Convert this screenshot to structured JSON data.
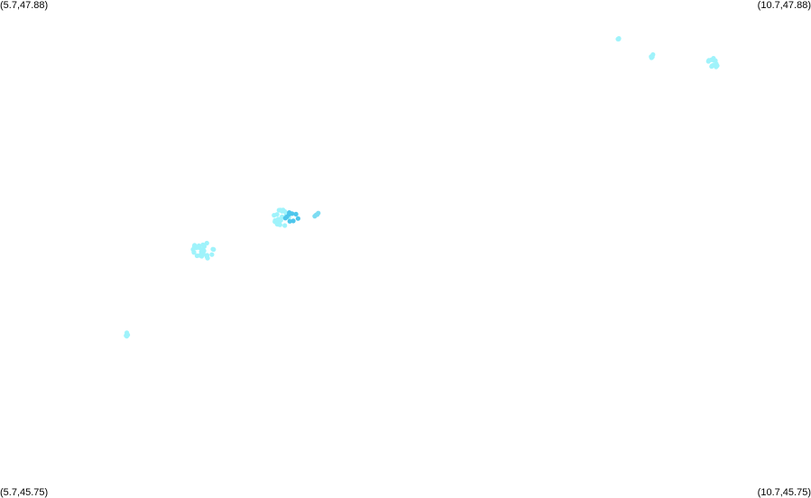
{
  "corners": {
    "top_left": "(5.7,47.88)",
    "top_right": "(10.7,47.88)",
    "bottom_left": "(5.7,45.75)",
    "bottom_right": "(10.7,45.75)"
  },
  "colors": {
    "background": "#ffffff",
    "light": "#9ff3fb",
    "medium": "#7ddcf2",
    "dark": "#4ec6ec"
  },
  "chart_data": {
    "type": "scatter",
    "bounds": {
      "lon": [
        5.7,
        10.7
      ],
      "lat": [
        45.75,
        47.88
      ]
    },
    "clusters": [
      {
        "lon": 9.52,
        "lat": 47.72,
        "count": 3,
        "spread": 0.012,
        "intensity": "light"
      },
      {
        "lon": 9.72,
        "lat": 47.64,
        "count": 5,
        "spread": 0.01,
        "intensity": "light"
      },
      {
        "lon": 10.09,
        "lat": 47.61,
        "count": 12,
        "spread": 0.03,
        "intensity": "light"
      },
      {
        "lon": 6.96,
        "lat": 46.81,
        "count": 26,
        "spread": 0.055,
        "intensity": "light"
      },
      {
        "lon": 7.44,
        "lat": 46.95,
        "count": 22,
        "spread": 0.045,
        "intensity": "light"
      },
      {
        "lon": 7.5,
        "lat": 46.95,
        "count": 9,
        "spread": 0.035,
        "intensity": "dark"
      },
      {
        "lon": 7.65,
        "lat": 46.96,
        "count": 5,
        "spread": 0.015,
        "intensity": "medium"
      },
      {
        "lon": 6.48,
        "lat": 46.45,
        "count": 4,
        "spread": 0.012,
        "intensity": "light"
      }
    ]
  }
}
